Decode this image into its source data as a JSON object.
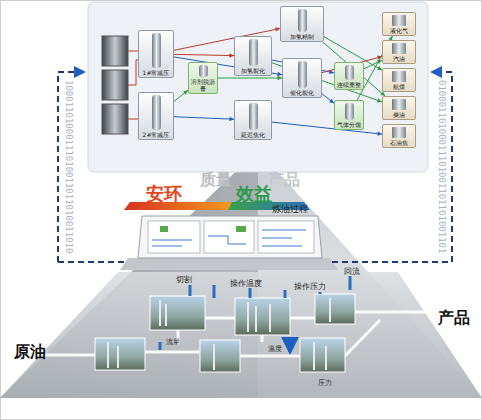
{
  "diagram": {
    "nodes": [
      {
        "text": [
          "1#常减压"
        ]
      },
      {
        "text": [
          "2#常减压"
        ]
      },
      {
        "text": [
          "溶剂脱沥青"
        ]
      },
      {
        "text": [
          "加氢裂化"
        ]
      },
      {
        "text": [
          "延迟焦化"
        ]
      },
      {
        "text": [
          "加氢精制"
        ]
      },
      {
        "text": [
          "催化裂化"
        ]
      },
      {
        "text": [
          "连续重整"
        ]
      },
      {
        "text": [
          "气体分馏"
        ]
      },
      {
        "text": [
          "液化气"
        ]
      },
      {
        "text": [
          "汽油"
        ]
      },
      {
        "text": [
          "航煤"
        ]
      },
      {
        "text": [
          "柴油"
        ]
      },
      {
        "text": [
          "石油焦"
        ]
      }
    ],
    "edges": [
      {
        "from": 0,
        "to": 3,
        "arrow": "to"
      },
      {
        "from": 0,
        "to": 5,
        "arrow": "to"
      },
      {
        "from": 0,
        "to": 6,
        "arrow": "to"
      },
      {
        "from": 1,
        "to": 2,
        "arrow": "to"
      },
      {
        "from": 1,
        "to": 4,
        "arrow": "to"
      },
      {
        "from": 2,
        "to": 6,
        "arrow": "to"
      },
      {
        "from": 3,
        "to": 7,
        "arrow": "to"
      },
      {
        "from": 3,
        "to": 12,
        "arrow": "to"
      },
      {
        "from": 4,
        "to": 13,
        "arrow": "to"
      },
      {
        "from": 5,
        "to": 11,
        "arrow": "to"
      },
      {
        "from": 5,
        "to": 12,
        "arrow": "to"
      },
      {
        "from": 6,
        "to": 8,
        "arrow": "to"
      },
      {
        "from": 6,
        "to": 10,
        "arrow": "to"
      },
      {
        "from": 7,
        "to": 10,
        "arrow": "to"
      },
      {
        "from": 8,
        "to": 9,
        "arrow": "to"
      }
    ],
    "labels": [
      "质量",
      "产品",
      "安环",
      "效益",
      "炼油过程",
      "切割",
      "操作温度",
      "操作压力",
      "回流",
      "流量",
      "温度",
      "压力",
      "原油",
      "产品",
      "10001101000111010011011010011010",
      "01000110100011101001101101001101"
    ]
  }
}
